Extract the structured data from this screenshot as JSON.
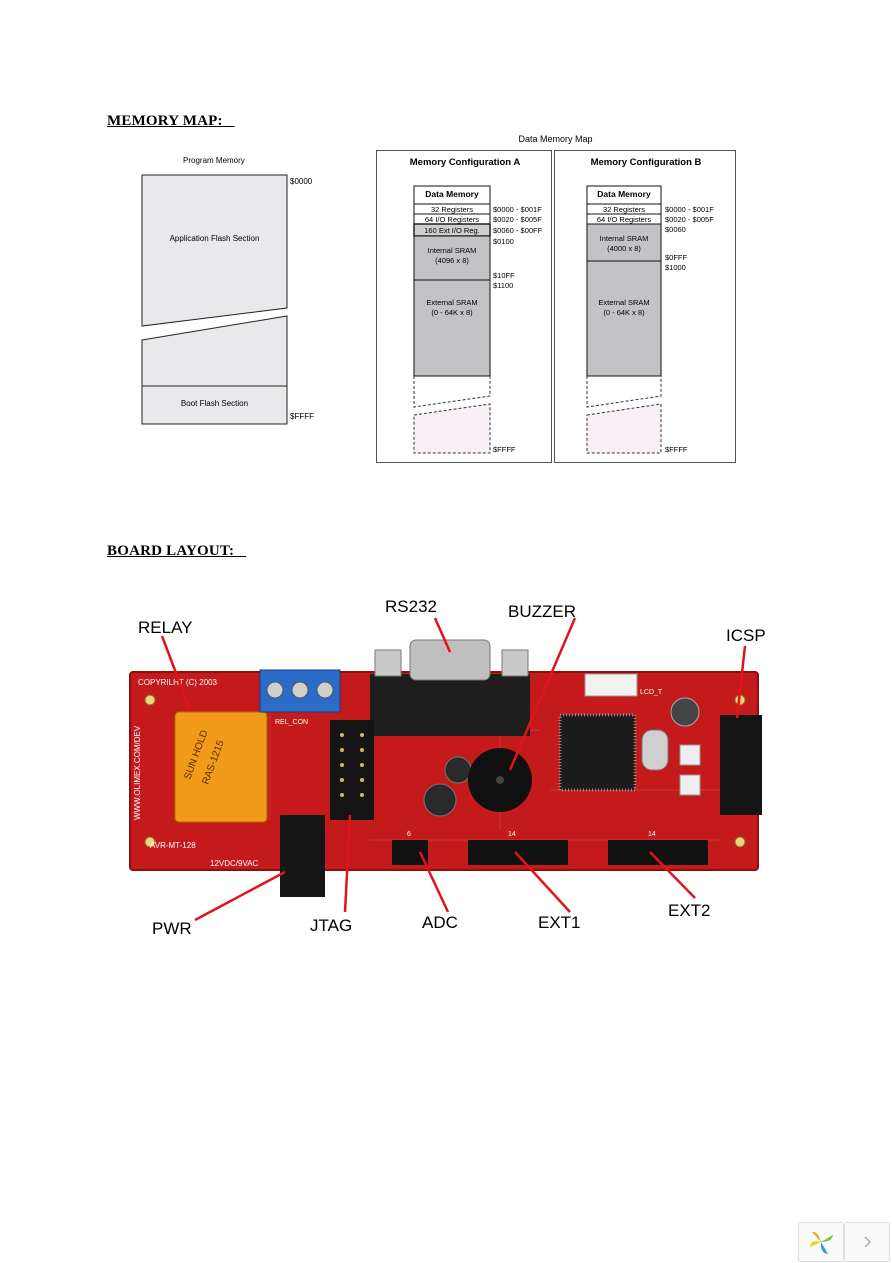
{
  "headings": {
    "memory_map": "MEMORY MAP:   ",
    "board_layout": "BOARD LAYOUT:   "
  },
  "program_memory": {
    "title": "Program Memory",
    "addr_top": "$0000",
    "app_section": "Application Flash Section",
    "boot_section": "Boot Flash Section",
    "addr_bottom": "$FFFF"
  },
  "data_memory": {
    "title": "Data Memory Map",
    "config_a": {
      "title": "Memory Configuration A",
      "header": "Data Memory",
      "rows": [
        "32 Registers",
        "64 I/O Registers",
        "160 Ext I/O Reg."
      ],
      "internal": [
        "Internal SRAM",
        "(4096 x 8)"
      ],
      "external": [
        "External SRAM",
        "(0 - 64K x 8)"
      ],
      "addrs": [
        "$0000 - $001F",
        "$0020 - $005F",
        "$0060 - $00FF",
        "$0100",
        "$10FF",
        "$1100",
        "$FFFF"
      ]
    },
    "config_b": {
      "title": "Memory Configuration B",
      "header": "Data Memory",
      "rows": [
        "32 Registers",
        "64 I/O Registers"
      ],
      "internal": [
        "Internal SRAM",
        "(4000 x 8)"
      ],
      "external": [
        "External SRAM",
        "(0 - 64K x 8)"
      ],
      "addrs": [
        "$0000 - $001F",
        "$0020 - $005F",
        "$0060",
        "$0FFF",
        "$1000",
        "$FFFF"
      ]
    }
  },
  "board": {
    "labels": {
      "relay": "RELAY",
      "rs232": "RS232",
      "buzzer": "BUZZER",
      "icsp": "ICSP",
      "pwr": "PWR",
      "jtag": "JTAG",
      "adc": "ADC",
      "ext1": "EXT1",
      "ext2": "EXT2"
    },
    "silkscreen": {
      "copyright": "COPYRILHT (C) 2003",
      "website": "WWW.OLIMEX.COM/DEV",
      "model": "AVR-MT-128",
      "power": "12VDC/9VAC",
      "rel_con": "REL_CON",
      "relay_brand": "SUN HOLD",
      "relay_model": "RAS-1215",
      "lcd": "LCD_T",
      "pin6": "6",
      "pin14a": "14",
      "pin14b": "14"
    }
  },
  "footer": {
    "next_icon": "chevron-right-icon",
    "logo_icon": "pinwheel-logo-icon"
  },
  "colors": {
    "pcb": "#c41a1c",
    "pcb_dark": "#8d0f10",
    "connector": "#1b1b1b",
    "mem_gray": "#c3c3c6",
    "arrow": "#e0141a"
  }
}
